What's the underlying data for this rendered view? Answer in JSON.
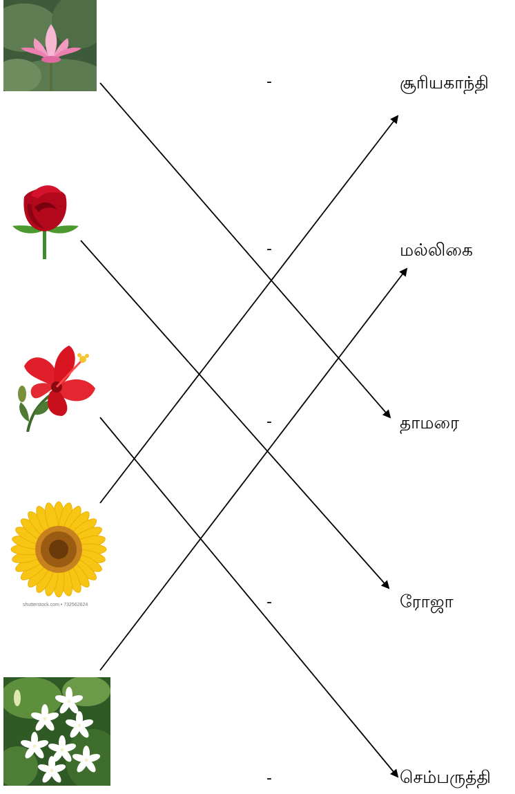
{
  "worksheet": {
    "flowers": [
      {
        "name": "lotus-image",
        "icon": "lotus-icon"
      },
      {
        "name": "rose-image",
        "icon": "rose-icon"
      },
      {
        "name": "hibiscus-image",
        "icon": "hibiscus-icon"
      },
      {
        "name": "sunflower-image",
        "icon": "sunflower-icon",
        "watermark": "shutterstock.com • 732562624"
      },
      {
        "name": "jasmine-image",
        "icon": "jasmine-icon"
      }
    ],
    "words": [
      "சூரியகாந்தி",
      "மல்லிகை",
      "தாமரை",
      "ரோஜா",
      "செம்பருத்தி"
    ],
    "dash": "-",
    "matches": [
      {
        "from": 0,
        "to": 2
      },
      {
        "from": 1,
        "to": 3
      },
      {
        "from": 2,
        "to": 4
      },
      {
        "from": 3,
        "to": 0
      },
      {
        "from": 4,
        "to": 1
      }
    ],
    "colors": {
      "line": "#000000"
    }
  }
}
